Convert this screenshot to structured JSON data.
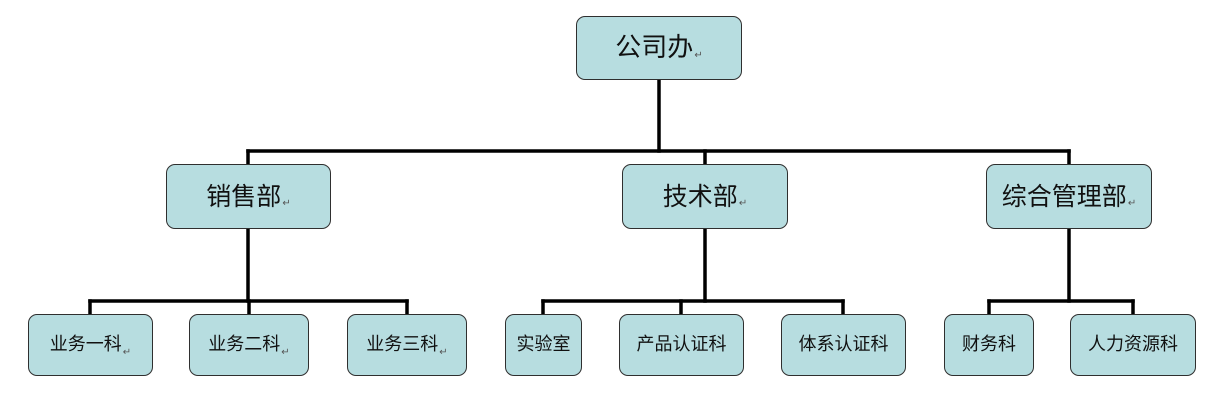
{
  "root": {
    "label": "公司办"
  },
  "departments": [
    {
      "label": "销售部",
      "sections": [
        "业务一科",
        "业务二科",
        "业务三科"
      ]
    },
    {
      "label": "技术部",
      "sections": [
        "实验室",
        "产品认证科",
        "体系认证科"
      ]
    },
    {
      "label": "综合管理部",
      "sections": [
        "财务科",
        "人力资源科"
      ]
    }
  ],
  "colors": {
    "box_fill": "#b7dde0",
    "box_border": "#2f2f2f",
    "connector": "#000000"
  }
}
